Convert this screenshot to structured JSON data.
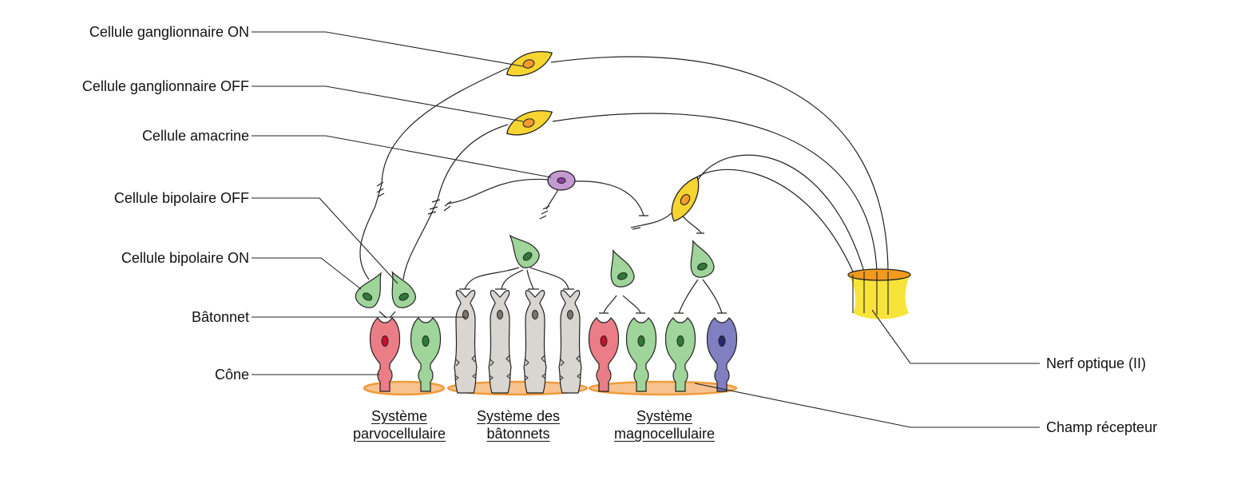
{
  "labels": {
    "ganglion_on": "Cellule ganglionnaire ON",
    "ganglion_off": "Cellule ganglionnaire OFF",
    "amacrine": "Cellule amacrine",
    "bipolar_off": "Cellule bipolaire OFF",
    "bipolar_on": "Cellule bipolaire ON",
    "rod": "Bâtonnet",
    "cone": "Cône",
    "optic_nerve": "Nerf optique (II)",
    "receptive_field": "Champ récepteur"
  },
  "systems": {
    "parvo": [
      "Système",
      "parvocellulaire"
    ],
    "rods": [
      "Système des",
      "bâtonnets"
    ],
    "magno": [
      "Système",
      "magnocellulaire"
    ]
  },
  "colors": {
    "ganglion": "#f7d531",
    "amacrine": "#c59ad1",
    "bipolar": "#9fd49a",
    "cone_red": "#ea7d86",
    "cone_green": "#9fd49a",
    "cone_blue": "#7f7fc2",
    "rod": "#d9d5d1",
    "field": "#f7c28f",
    "field_stroke": "#ef9b3a",
    "nerve": "#f7e43a",
    "nerve_top": "#f29a1c"
  }
}
